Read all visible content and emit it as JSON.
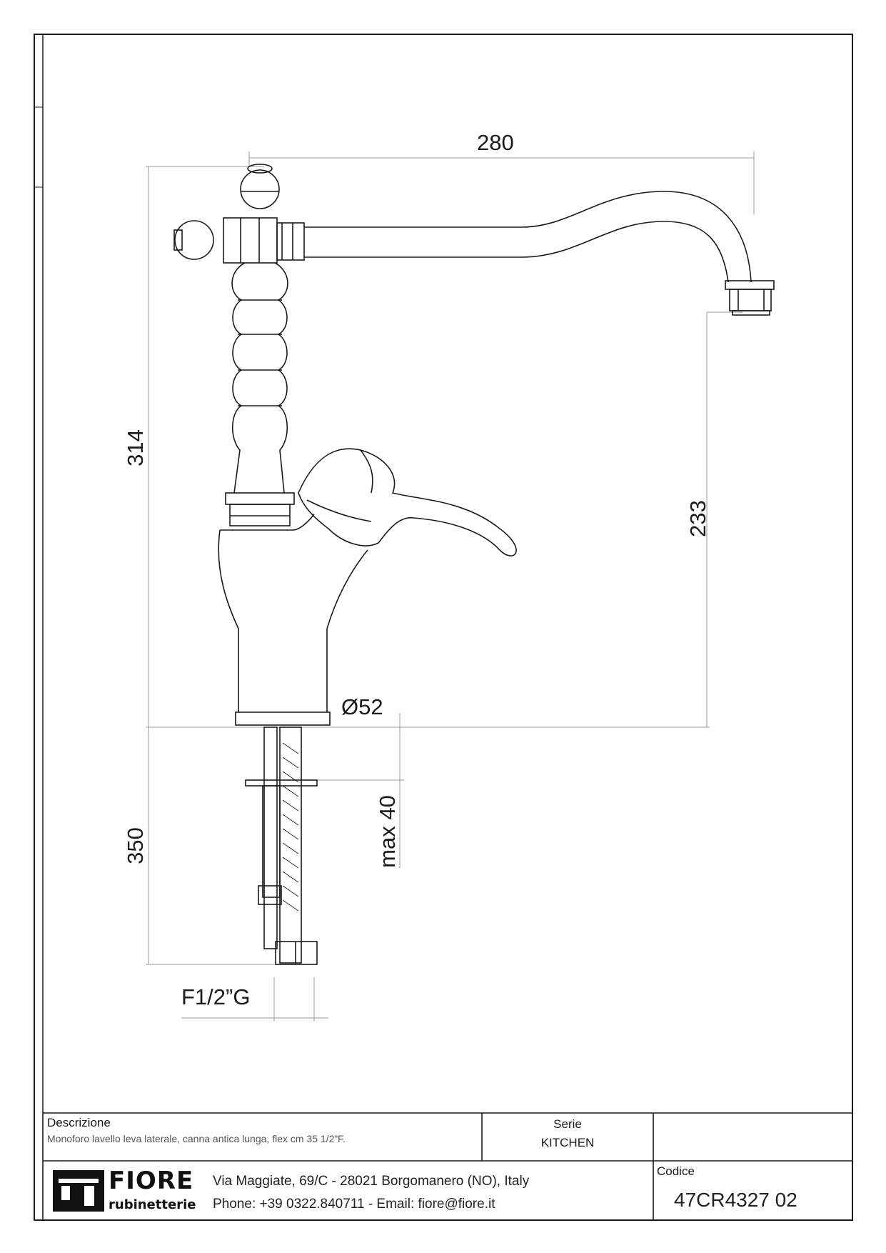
{
  "drawing": {
    "dimensions": {
      "width": "280",
      "height_total": "314",
      "spout_height": "233",
      "base_diameter": "Ø52",
      "flex_length": "350",
      "deck_thickness": "max 40",
      "connection": "F1/2”G"
    }
  },
  "title_block": {
    "description_label": "Descrizione",
    "description_text": "Monoforo lavello leva laterale, canna antica lunga, flex cm 35 1/2”F.",
    "series_label": "Serie",
    "series_value": "KITCHEN",
    "code_label": "Codice",
    "code_value": "47CR4327 02",
    "address": "Via Maggiate, 69/C - 28021 Borgomanero (NO), Italy",
    "contact": "Phone: +39 0322.840711 - Email: fiore@fiore.it",
    "logo": {
      "brand": "FIORE",
      "sub": "rubinetterie"
    }
  },
  "colors": {
    "line": "#1a1a1a",
    "dimension_line": "#9a9a9a",
    "background": "#ffffff"
  }
}
